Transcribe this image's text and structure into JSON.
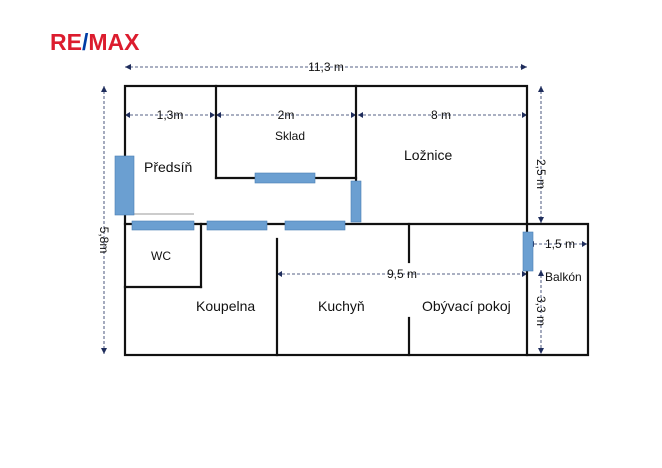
{
  "logo": {
    "text": "RE/MAX",
    "left": "RE",
    "slash": "/",
    "right": "MAX"
  },
  "rooms": {
    "predsin": "Předsíň",
    "sklad": "Sklad",
    "loznice": "Ložnice",
    "wc": "WC",
    "koupelna": "Koupelna",
    "kuchyn": "Kuchyň",
    "obyvaci_pokoj": "Obývací pokoj",
    "balkon": "Balkón"
  },
  "dimensions": {
    "total_width": "11,3 m",
    "total_height": "5,8m",
    "predsin_width": "1,3m",
    "sklad_width": "2m",
    "loznice_width": "8 m",
    "loznice_depth": "2,5 m",
    "living_width": "9,5 m",
    "balkon_width": "1,5 m",
    "balkon_depth": "3,3 m"
  },
  "colors": {
    "logo_red": "#dc1c2e",
    "logo_blue": "#003da5",
    "door_blue": "#6b9fd1",
    "wall": "#111111"
  }
}
